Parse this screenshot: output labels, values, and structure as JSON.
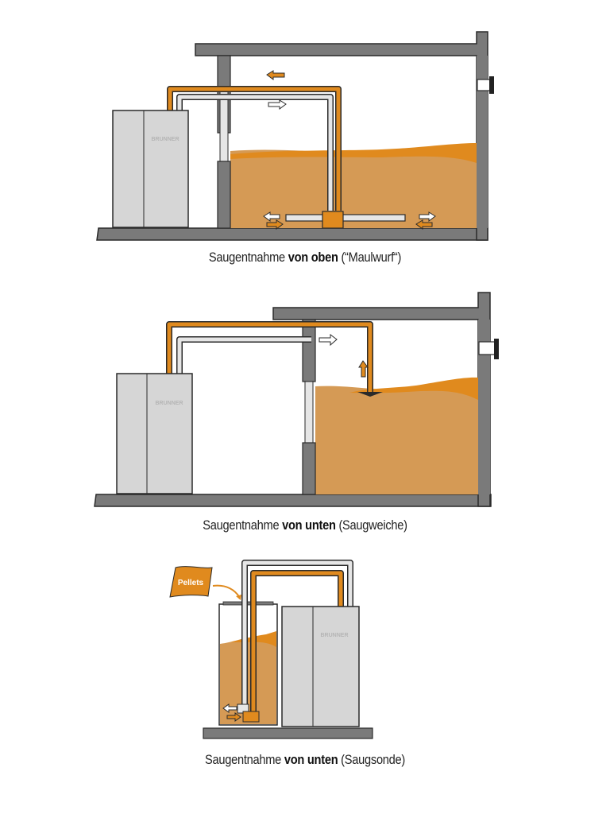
{
  "colors": {
    "wall": "#7a7a7a",
    "outline": "#2a2a2a",
    "pellet_fill": "#d59a55",
    "pellet_top": "#e08a1e",
    "pipe_orange": "#e08a1e",
    "pipe_white": "#e6e6e6",
    "boiler": "#d6d6d6",
    "brand_text": "#b5b5b5"
  },
  "diagrams": [
    {
      "id": "maulwurf",
      "boiler_label": "BRUNNER",
      "caption": {
        "prefix": "Saugentnahme ",
        "bold": "von oben",
        "suffix": " (“Maulwurf“)"
      }
    },
    {
      "id": "saugweiche",
      "boiler_label": "BRUNNER",
      "caption": {
        "prefix": "Saugentnahme ",
        "bold": "von unten",
        "suffix": " (Saugweiche)"
      }
    },
    {
      "id": "saugsonde",
      "boiler_label": "BRUNNER",
      "bag_label": "Pellets",
      "caption": {
        "prefix": "Saugentnahme ",
        "bold": "von unten",
        "suffix": " (Saugsonde)"
      }
    }
  ]
}
